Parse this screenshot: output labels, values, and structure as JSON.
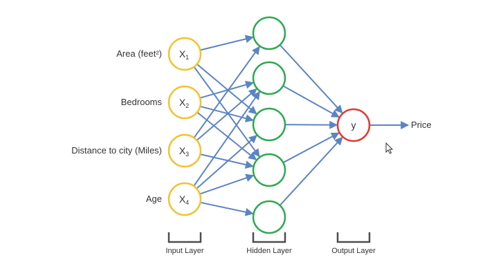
{
  "diagram": {
    "inputs": [
      {
        "label": "Area (feet²)",
        "symbol": "X",
        "subscript": "1"
      },
      {
        "label": "Bedrooms",
        "symbol": "X",
        "subscript": "2"
      },
      {
        "label": "Distance to city (Miles)",
        "symbol": "X",
        "subscript": "3"
      },
      {
        "label": "Age",
        "symbol": "X",
        "subscript": "4"
      }
    ],
    "hidden_count": 5,
    "output": {
      "symbol": "y",
      "label": "Price"
    },
    "edges": [
      [
        0,
        0
      ],
      [
        0,
        2
      ],
      [
        0,
        3
      ],
      [
        1,
        1
      ],
      [
        1,
        2
      ],
      [
        1,
        3
      ],
      [
        2,
        0
      ],
      [
        2,
        1
      ],
      [
        2,
        3
      ],
      [
        3,
        1
      ],
      [
        3,
        2
      ],
      [
        3,
        3
      ],
      [
        3,
        4
      ]
    ],
    "layers": {
      "input": "Input Layer",
      "hidden": "Hidden Layer",
      "output": "Output Layer"
    },
    "colors": {
      "input_node": "#f2c230",
      "hidden_node": "#2ea84f",
      "output_node": "#e03a2f",
      "edge": "#5b84c4",
      "bracket": "#4d4d4d"
    }
  },
  "ui": {
    "cursor_icon": "arrow-cursor-icon"
  }
}
